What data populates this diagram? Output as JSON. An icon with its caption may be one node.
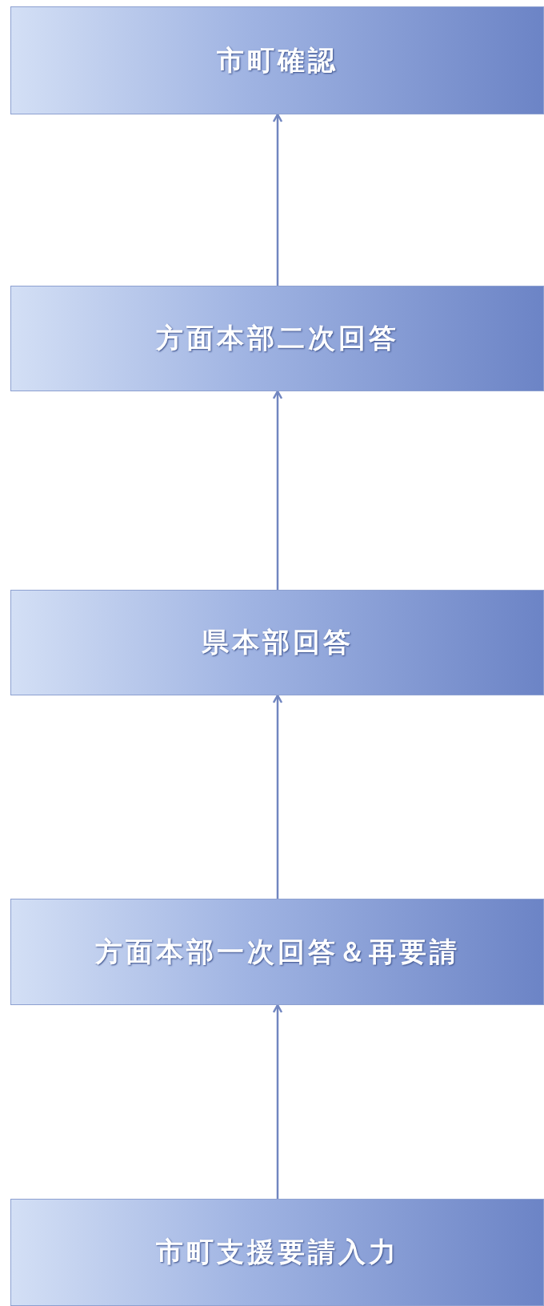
{
  "diagram": {
    "nodes": [
      {
        "text": [
          "市町確認"
        ]
      },
      {
        "text": [
          "方面本部二次回答"
        ]
      },
      {
        "text": [
          "県本部回答"
        ]
      },
      {
        "text": [
          "方面本部一次回答＆再要請"
        ]
      },
      {
        "text": [
          "市町支援要請入力"
        ]
      }
    ],
    "edges": [
      {
        "from": 4,
        "to": 3,
        "arrow": "to"
      },
      {
        "from": 3,
        "to": 2,
        "arrow": "to"
      },
      {
        "from": 2,
        "to": 1,
        "arrow": "to"
      },
      {
        "from": 1,
        "to": 0,
        "arrow": "to"
      }
    ]
  }
}
